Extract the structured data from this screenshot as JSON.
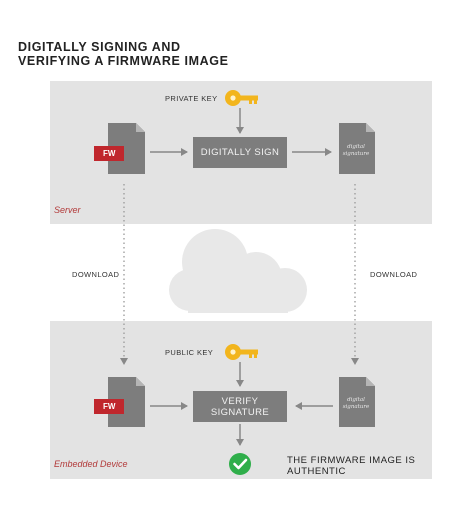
{
  "title": {
    "line1": "DIGITALLY SIGNING AND",
    "line2": "VERIFYING A FIRMWARE IMAGE"
  },
  "server": {
    "label": "Server",
    "key_label": "PRIVATE KEY",
    "fw_tag": "FW",
    "process_label": "DIGITALLY SIGN",
    "signature_line1": "digital",
    "signature_line2": "signature"
  },
  "transfer": {
    "left_label": "DOWNLOAD",
    "right_label": "DOWNLOAD"
  },
  "device": {
    "label": "Embedded Device",
    "key_label": "PUBLIC KEY",
    "fw_tag": "FW",
    "process_label": "VERIFY SIGNATURE",
    "signature_line1": "digital",
    "signature_line2": "signature",
    "result_line1": "THE FIRMWARE IMAGE IS",
    "result_line2": "AUTHENTIC"
  },
  "colors": {
    "panel": "#e3e3e3",
    "document": "#7d7d7d",
    "fw_tag": "#c0272d",
    "key": "#f2b51d",
    "check": "#2fae4a",
    "cloud": "#e8e8e8",
    "label_accent": "#b23a3a"
  },
  "icons": [
    "key-icon",
    "document-icon",
    "cloud-icon",
    "check-icon"
  ]
}
